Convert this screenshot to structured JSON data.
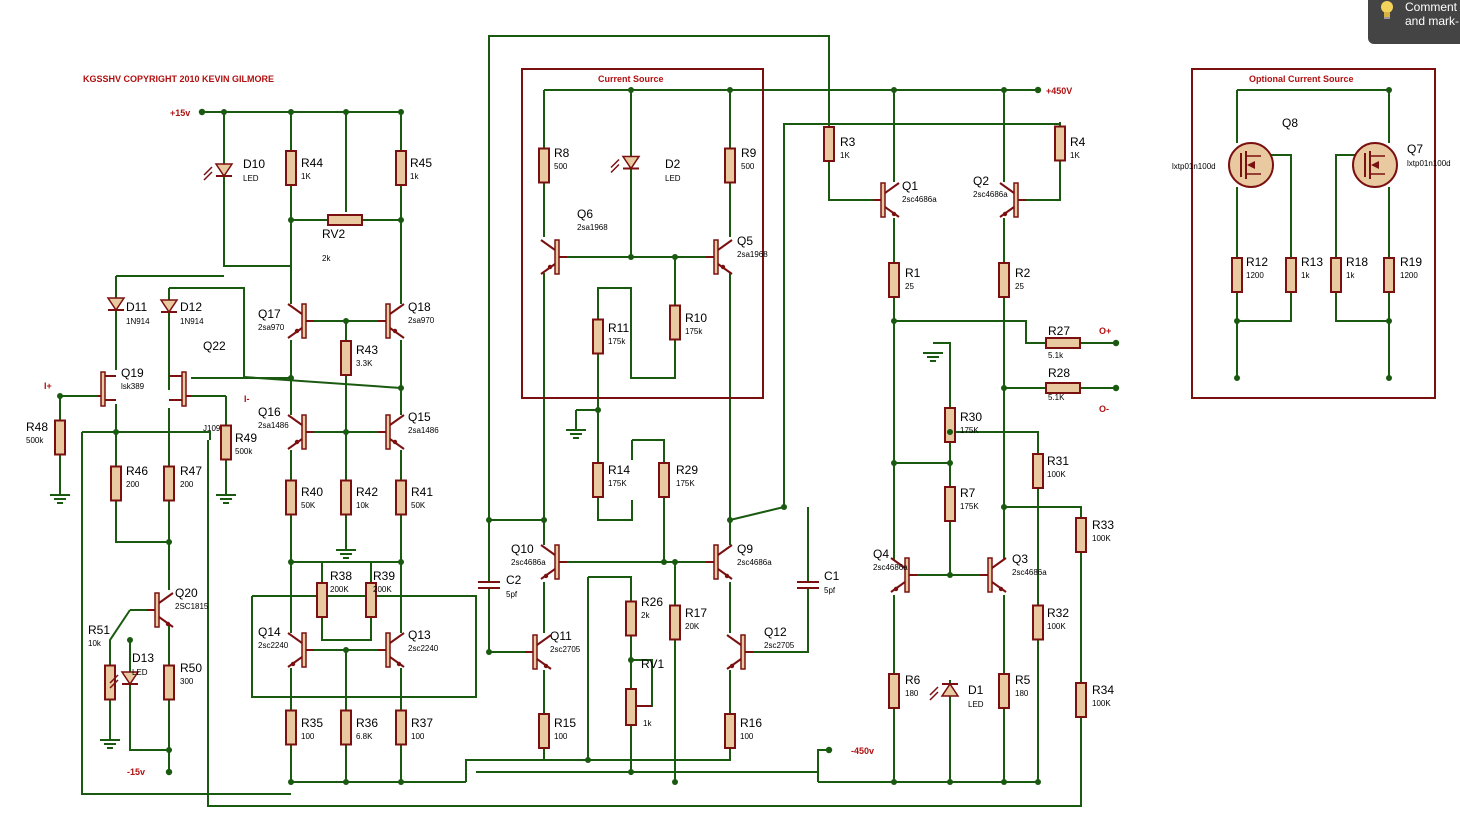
{
  "copyright": "KGSSHV COPYRIGHT 2010 KEVIN GILMORE",
  "rails": {
    "pos15": "+15v",
    "neg15": "-15v",
    "pos450": "+450V",
    "neg450": "-450v"
  },
  "io": {
    "in_pos": "I+",
    "in_neg": "I-",
    "out_pos": "O+",
    "out_neg": "O-",
    "jfet_tag": "J109"
  },
  "boxes": {
    "current_source": "Current Source",
    "optional_current_source": "Optional Current Source"
  },
  "resistors": [
    {
      "ref": "R44",
      "val": "1K"
    },
    {
      "ref": "R45",
      "val": "1k"
    },
    {
      "ref": "RV2",
      "val": "2k"
    },
    {
      "ref": "R43",
      "val": "3.3K"
    },
    {
      "ref": "R48",
      "val": "500k"
    },
    {
      "ref": "R49",
      "val": "500k"
    },
    {
      "ref": "R46",
      "val": "200"
    },
    {
      "ref": "R47",
      "val": "200"
    },
    {
      "ref": "R40",
      "val": "50K"
    },
    {
      "ref": "R42",
      "val": "10k"
    },
    {
      "ref": "R41",
      "val": "50K"
    },
    {
      "ref": "R38",
      "val": "200K"
    },
    {
      "ref": "R39",
      "val": "200K"
    },
    {
      "ref": "R51",
      "val": "10k"
    },
    {
      "ref": "R50",
      "val": "300"
    },
    {
      "ref": "R35",
      "val": "100"
    },
    {
      "ref": "R36",
      "val": "6.8K"
    },
    {
      "ref": "R37",
      "val": "100"
    },
    {
      "ref": "R8",
      "val": "500"
    },
    {
      "ref": "R9",
      "val": "500"
    },
    {
      "ref": "R11",
      "val": "175k"
    },
    {
      "ref": "R10",
      "val": "175k"
    },
    {
      "ref": "R14",
      "val": "175K"
    },
    {
      "ref": "R29",
      "val": "175K"
    },
    {
      "ref": "R26",
      "val": "2k"
    },
    {
      "ref": "R17",
      "val": "20K"
    },
    {
      "ref": "RV1",
      "val": "1k"
    },
    {
      "ref": "R15",
      "val": "100"
    },
    {
      "ref": "R16",
      "val": "100"
    },
    {
      "ref": "R3",
      "val": "1K"
    },
    {
      "ref": "R4",
      "val": "1K"
    },
    {
      "ref": "R1",
      "val": "25"
    },
    {
      "ref": "R2",
      "val": "25"
    },
    {
      "ref": "R27",
      "val": "5.1k"
    },
    {
      "ref": "R28",
      "val": "5.1K"
    },
    {
      "ref": "R30",
      "val": "175K"
    },
    {
      "ref": "R7",
      "val": "175K"
    },
    {
      "ref": "R31",
      "val": "100K"
    },
    {
      "ref": "R32",
      "val": "100K"
    },
    {
      "ref": "R33",
      "val": "100K"
    },
    {
      "ref": "R34",
      "val": "100K"
    },
    {
      "ref": "R6",
      "val": "180"
    },
    {
      "ref": "R5",
      "val": "180"
    },
    {
      "ref": "R12",
      "val": "1200"
    },
    {
      "ref": "R13",
      "val": "1k"
    },
    {
      "ref": "R18",
      "val": "1k"
    },
    {
      "ref": "R19",
      "val": "1200"
    }
  ],
  "transistors": [
    {
      "ref": "Q17",
      "part": "2sa970"
    },
    {
      "ref": "Q18",
      "part": "2sa970"
    },
    {
      "ref": "Q16",
      "part": "2sa1486"
    },
    {
      "ref": "Q15",
      "part": "2sa1486"
    },
    {
      "ref": "Q19",
      "part": "lsk389"
    },
    {
      "ref": "Q22",
      "part": ""
    },
    {
      "ref": "Q20",
      "part": "2SC1815"
    },
    {
      "ref": "Q14",
      "part": "2sc2240"
    },
    {
      "ref": "Q13",
      "part": "2sc2240"
    },
    {
      "ref": "Q6",
      "part": "2sa1968"
    },
    {
      "ref": "Q5",
      "part": "2sa1968"
    },
    {
      "ref": "Q10",
      "part": "2sc4686a"
    },
    {
      "ref": "Q9",
      "part": "2sc4686a"
    },
    {
      "ref": "Q11",
      "part": "2sc2705"
    },
    {
      "ref": "Q12",
      "part": "2sc2705"
    },
    {
      "ref": "Q1",
      "part": "2sc4686a"
    },
    {
      "ref": "Q2",
      "part": "2sc4686a"
    },
    {
      "ref": "Q4",
      "part": "2sc4686a"
    },
    {
      "ref": "Q3",
      "part": "2sc4686a"
    },
    {
      "ref": "Q8",
      "part": "lxtp01n100d"
    },
    {
      "ref": "Q7",
      "part": "lxtp01n100d"
    }
  ],
  "diodes": [
    {
      "ref": "D10",
      "val": "LED"
    },
    {
      "ref": "D11",
      "val": "1N914"
    },
    {
      "ref": "D12",
      "val": "1N914"
    },
    {
      "ref": "D13",
      "val": "LED"
    },
    {
      "ref": "D2",
      "val": "LED"
    },
    {
      "ref": "D1",
      "val": "LED"
    }
  ],
  "capacitors": [
    {
      "ref": "C2",
      "val": "5pf"
    },
    {
      "ref": "C1",
      "val": "5pf"
    }
  ],
  "tooltip": {
    "line1": "Comment",
    "line2": "and mark-"
  },
  "colors": {
    "wire": "#1a5a10",
    "component": "#7a1010",
    "body": "#e8c9a0",
    "label": "#000000",
    "copyright": "#b01010"
  }
}
